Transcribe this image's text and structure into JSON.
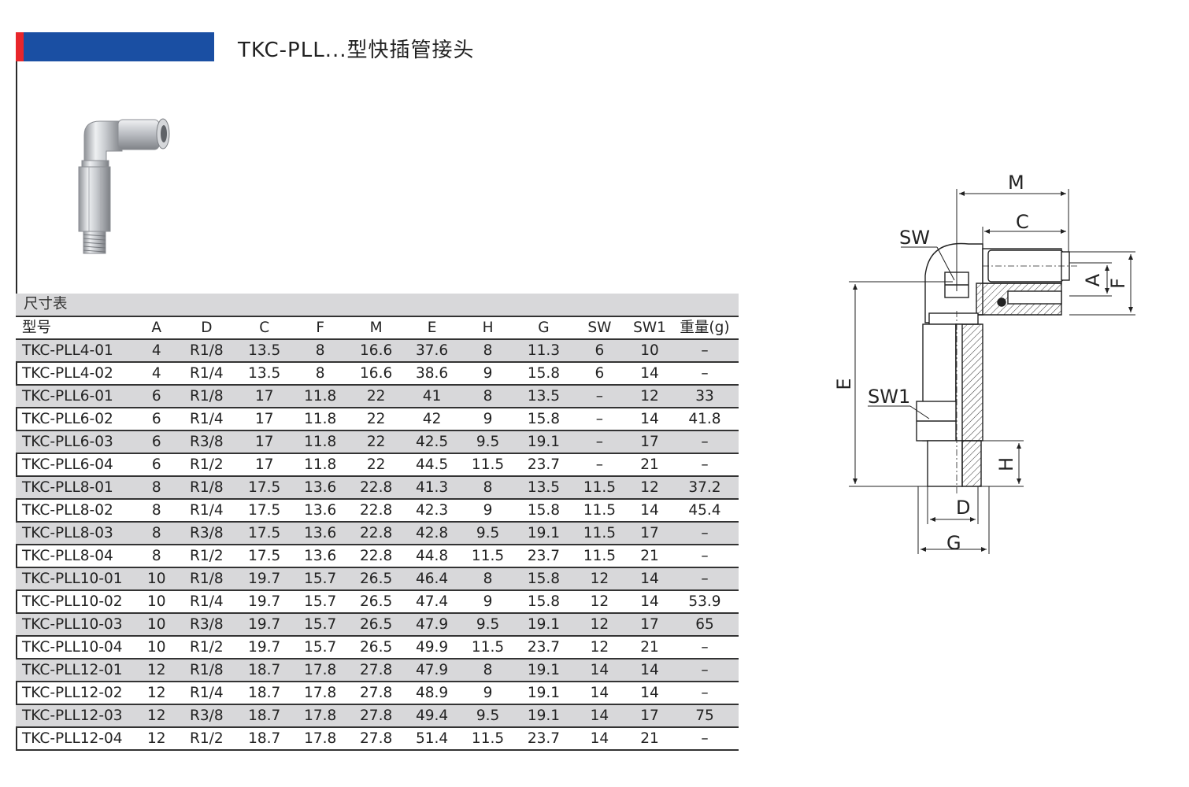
{
  "title": "TKC-PLL...型快插管接头",
  "colors": {
    "title_bar_blue": "#1a4fa3",
    "title_bar_red": "#e8262b",
    "row_shade": "#d8d8da"
  },
  "table": {
    "section_title": "尺寸表",
    "columns": [
      "型号",
      "A",
      "D",
      "C",
      "F",
      "M",
      "E",
      "H",
      "G",
      "SW",
      "SW1",
      "重量(g)"
    ],
    "rows": [
      [
        "TKC-PLL4-01",
        "4",
        "R1/8",
        "13.5",
        "8",
        "16.6",
        "37.6",
        "8",
        "11.3",
        "6",
        "10",
        "–"
      ],
      [
        "TKC-PLL4-02",
        "4",
        "R1/4",
        "13.5",
        "8",
        "16.6",
        "38.6",
        "9",
        "15.8",
        "6",
        "14",
        "–"
      ],
      [
        "TKC-PLL6-01",
        "6",
        "R1/8",
        "17",
        "11.8",
        "22",
        "41",
        "8",
        "13.5",
        "–",
        "12",
        "33"
      ],
      [
        "TKC-PLL6-02",
        "6",
        "R1/4",
        "17",
        "11.8",
        "22",
        "42",
        "9",
        "15.8",
        "–",
        "14",
        "41.8"
      ],
      [
        "TKC-PLL6-03",
        "6",
        "R3/8",
        "17",
        "11.8",
        "22",
        "42.5",
        "9.5",
        "19.1",
        "–",
        "17",
        "–"
      ],
      [
        "TKC-PLL6-04",
        "6",
        "R1/2",
        "17",
        "11.8",
        "22",
        "44.5",
        "11.5",
        "23.7",
        "–",
        "21",
        "–"
      ],
      [
        "TKC-PLL8-01",
        "8",
        "R1/8",
        "17.5",
        "13.6",
        "22.8",
        "41.3",
        "8",
        "13.5",
        "11.5",
        "12",
        "37.2"
      ],
      [
        "TKC-PLL8-02",
        "8",
        "R1/4",
        "17.5",
        "13.6",
        "22.8",
        "42.3",
        "9",
        "15.8",
        "11.5",
        "14",
        "45.4"
      ],
      [
        "TKC-PLL8-03",
        "8",
        "R3/8",
        "17.5",
        "13.6",
        "22.8",
        "42.8",
        "9.5",
        "19.1",
        "11.5",
        "17",
        "–"
      ],
      [
        "TKC-PLL8-04",
        "8",
        "R1/2",
        "17.5",
        "13.6",
        "22.8",
        "44.8",
        "11.5",
        "23.7",
        "11.5",
        "21",
        "–"
      ],
      [
        "TKC-PLL10-01",
        "10",
        "R1/8",
        "19.7",
        "15.7",
        "26.5",
        "46.4",
        "8",
        "15.8",
        "12",
        "14",
        "–"
      ],
      [
        "TKC-PLL10-02",
        "10",
        "R1/4",
        "19.7",
        "15.7",
        "26.5",
        "47.4",
        "9",
        "15.8",
        "12",
        "14",
        "53.9"
      ],
      [
        "TKC-PLL10-03",
        "10",
        "R3/8",
        "19.7",
        "15.7",
        "26.5",
        "47.9",
        "9.5",
        "19.1",
        "12",
        "17",
        "65"
      ],
      [
        "TKC-PLL10-04",
        "10",
        "R1/2",
        "19.7",
        "15.7",
        "26.5",
        "49.9",
        "11.5",
        "23.7",
        "12",
        "21",
        "–"
      ],
      [
        "TKC-PLL12-01",
        "12",
        "R1/8",
        "18.7",
        "17.8",
        "27.8",
        "47.9",
        "8",
        "19.1",
        "14",
        "14",
        "–"
      ],
      [
        "TKC-PLL12-02",
        "12",
        "R1/4",
        "18.7",
        "17.8",
        "27.8",
        "48.9",
        "9",
        "19.1",
        "14",
        "14",
        "–"
      ],
      [
        "TKC-PLL12-03",
        "12",
        "R3/8",
        "18.7",
        "17.8",
        "27.8",
        "49.4",
        "9.5",
        "19.1",
        "14",
        "17",
        "75"
      ],
      [
        "TKC-PLL12-04",
        "12",
        "R1/2",
        "18.7",
        "17.8",
        "27.8",
        "51.4",
        "11.5",
        "23.7",
        "14",
        "21",
        "–"
      ]
    ]
  },
  "drawing_labels": {
    "M": "M",
    "C": "C",
    "SW": "SW",
    "A": "A",
    "F": "F",
    "E": "E",
    "SW1": "SW1",
    "H": "H",
    "D": "D",
    "G": "G"
  }
}
